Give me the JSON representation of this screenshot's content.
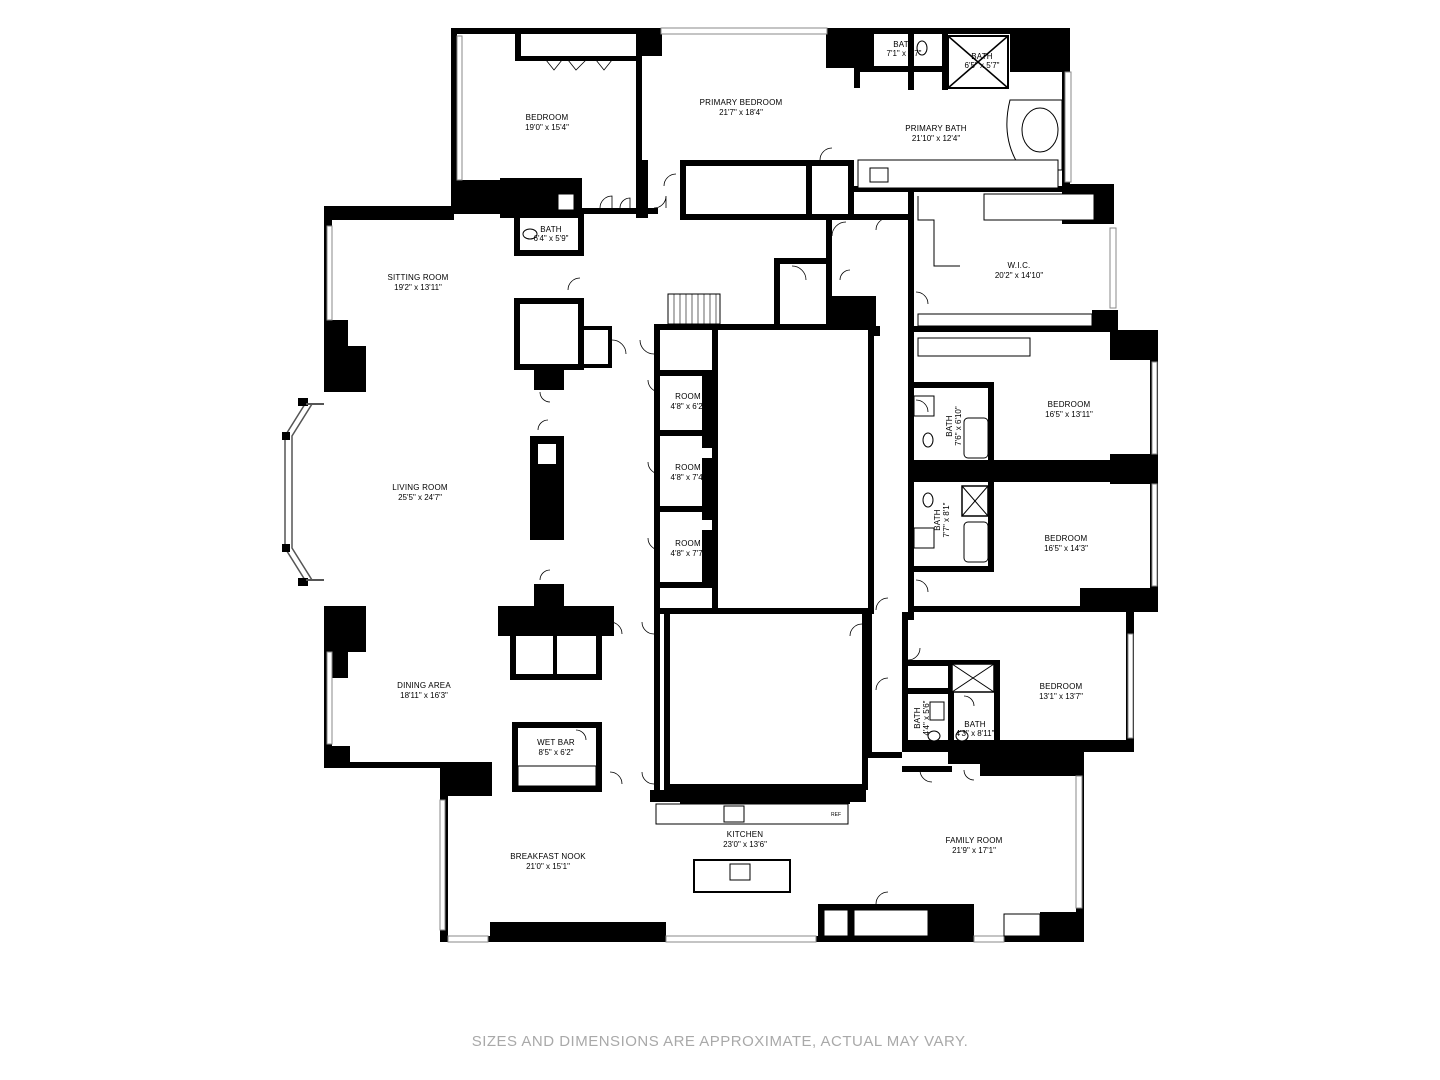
{
  "rooms": {
    "bedroom_nw": {
      "name": "BEDROOM",
      "dim": "19'0\" x 15'4\""
    },
    "primary_bedroom": {
      "name": "PRIMARY BEDROOM",
      "dim": "21'7\" x 18'4\""
    },
    "bath_top1": {
      "name": "BATH",
      "dim": "7'1\" x 5'7\""
    },
    "bath_top2": {
      "name": "BATH",
      "dim": "6'5\" x 5'7\""
    },
    "primary_bath": {
      "name": "PRIMARY BATH",
      "dim": "21'10\" x 12'4\""
    },
    "bath_small": {
      "name": "BATH",
      "dim": "6'4\" x 5'9\""
    },
    "sitting_room": {
      "name": "SITTING ROOM",
      "dim": "19'2\" x 13'11\""
    },
    "wic": {
      "name": "W.I.C.",
      "dim": "20'2\" x 14'10\""
    },
    "room1": {
      "name": "ROOM",
      "dim": "4'8\" x 6'2\""
    },
    "room2": {
      "name": "ROOM",
      "dim": "4'8\" x 7'4\""
    },
    "room3": {
      "name": "ROOM",
      "dim": "4'8\" x 7'7\""
    },
    "bedroom_e1": {
      "name": "BEDROOM",
      "dim": "16'5\" x 13'11\""
    },
    "bath_e1": {
      "name": "BATH",
      "dim": "7'6\" x 6'10\""
    },
    "bedroom_e2": {
      "name": "BEDROOM",
      "dim": "16'5\" x 14'3\""
    },
    "bath_e2": {
      "name": "BATH",
      "dim": "7'7\" x 8'1\""
    },
    "living_room": {
      "name": "LIVING ROOM",
      "dim": "25'5\" x 24'7\""
    },
    "dining_area": {
      "name": "DINING AREA",
      "dim": "18'11\" x 16'3\""
    },
    "wet_bar": {
      "name": "WET BAR",
      "dim": "8'5\" x 6'2\""
    },
    "bedroom_e3": {
      "name": "BEDROOM",
      "dim": "13'1\" x 13'7\""
    },
    "bath_e3a": {
      "name": "BATH",
      "dim": "4'4\" x 5'6\""
    },
    "bath_e3b": {
      "name": "BATH",
      "dim": "4'3\" x 8'11\""
    },
    "kitchen": {
      "name": "KITCHEN",
      "dim": "23'0\" x 13'6\""
    },
    "breakfast_nook": {
      "name": "BREAKFAST NOOK",
      "dim": "21'0\" x 15'1\""
    },
    "family_room": {
      "name": "FAMILY ROOM",
      "dim": "21'9\" x 17'1\""
    }
  },
  "labels": {
    "ref": "REF"
  },
  "footer": "SIZES AND DIMENSIONS ARE APPROXIMATE, ACTUAL MAY VARY."
}
